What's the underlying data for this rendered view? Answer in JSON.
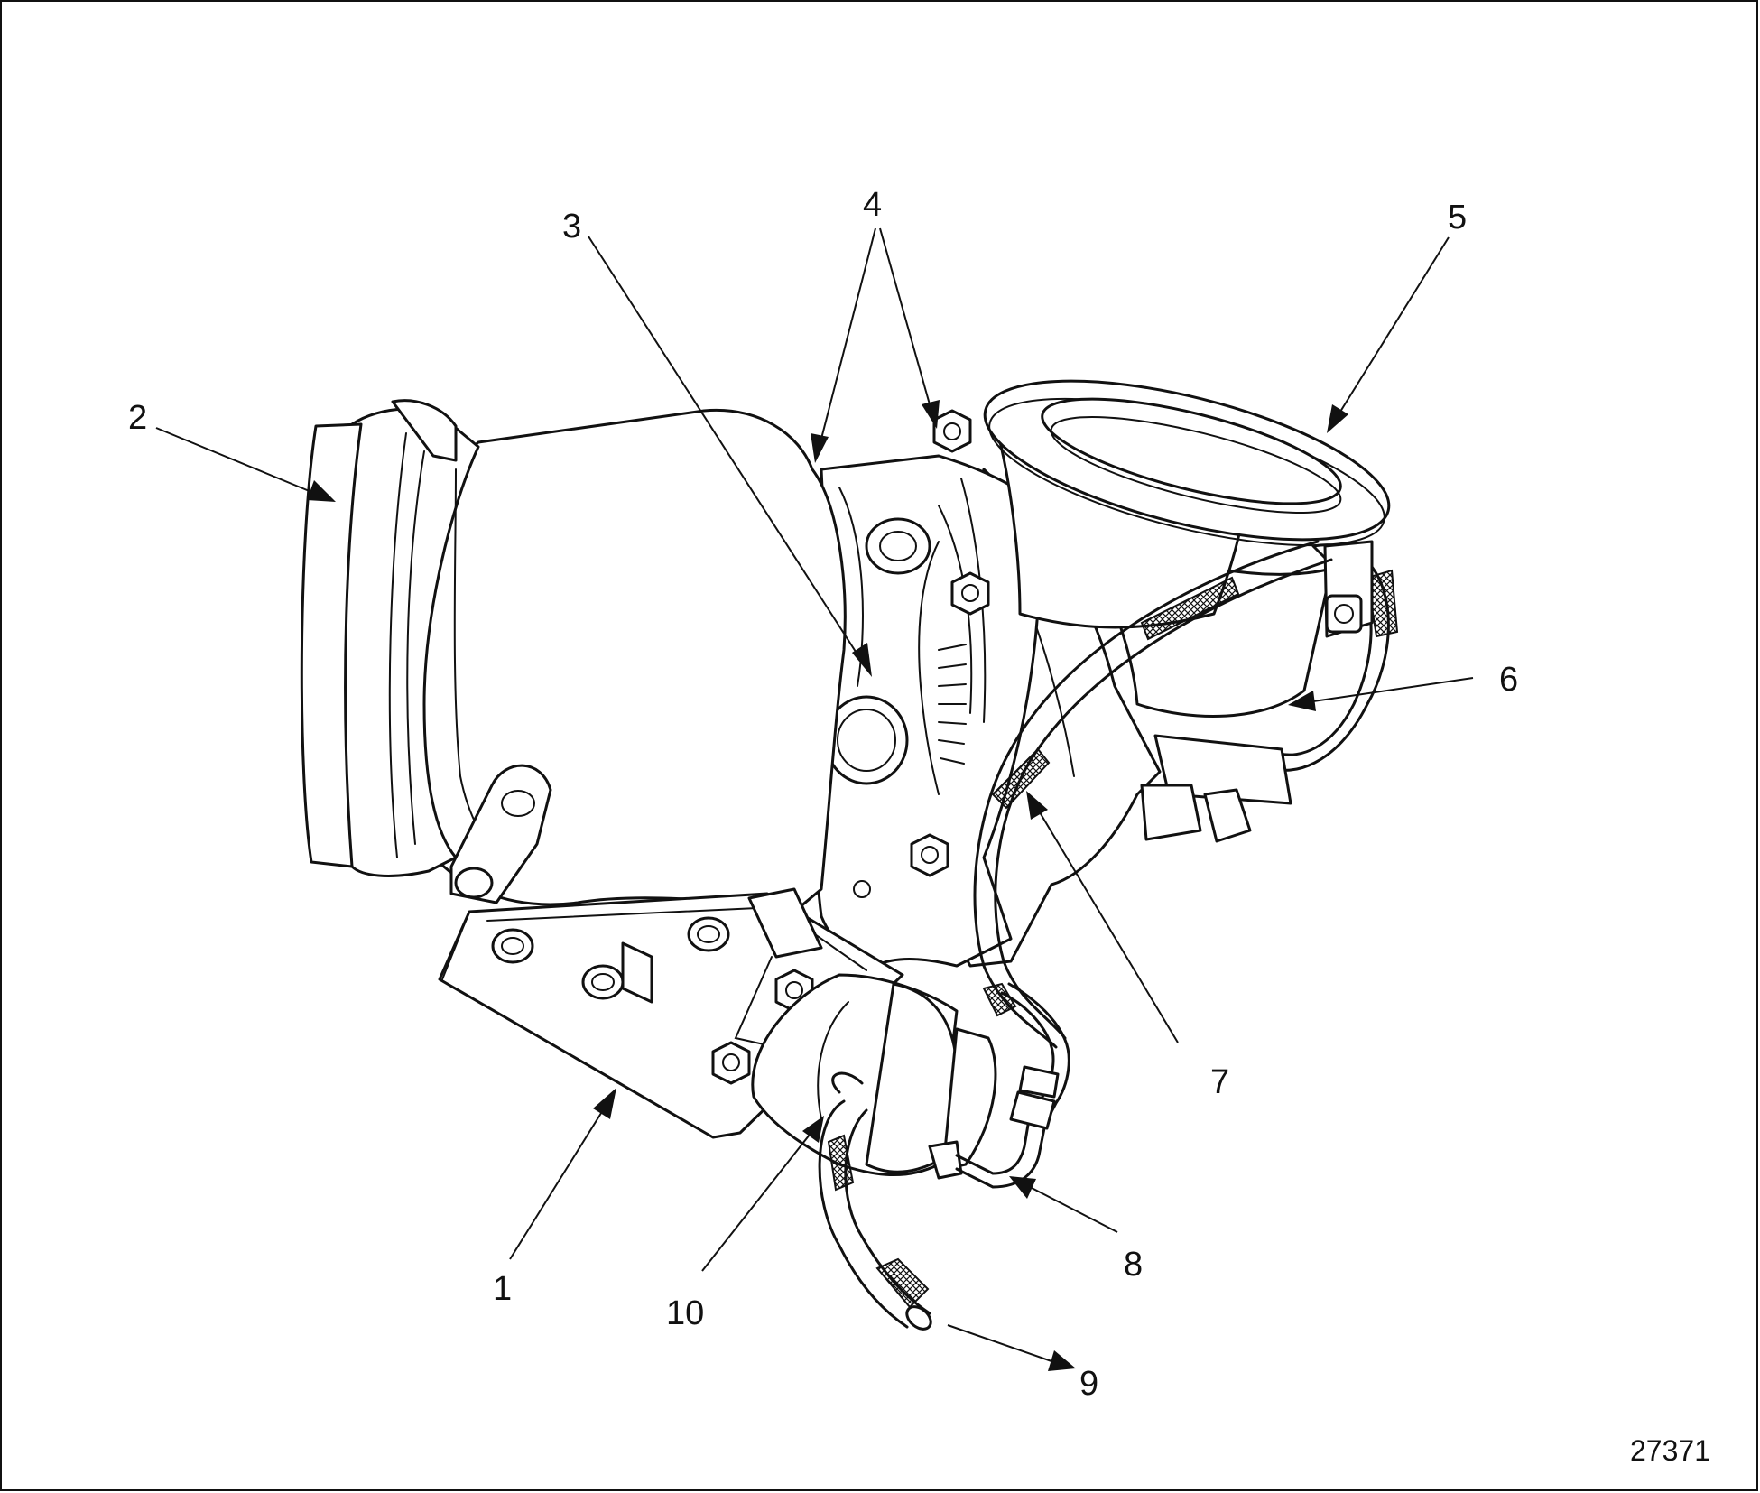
{
  "callouts": [
    "1",
    "2",
    "3",
    "4",
    "5",
    "6",
    "7",
    "8",
    "9",
    "10"
  ],
  "figure_number": "27371"
}
